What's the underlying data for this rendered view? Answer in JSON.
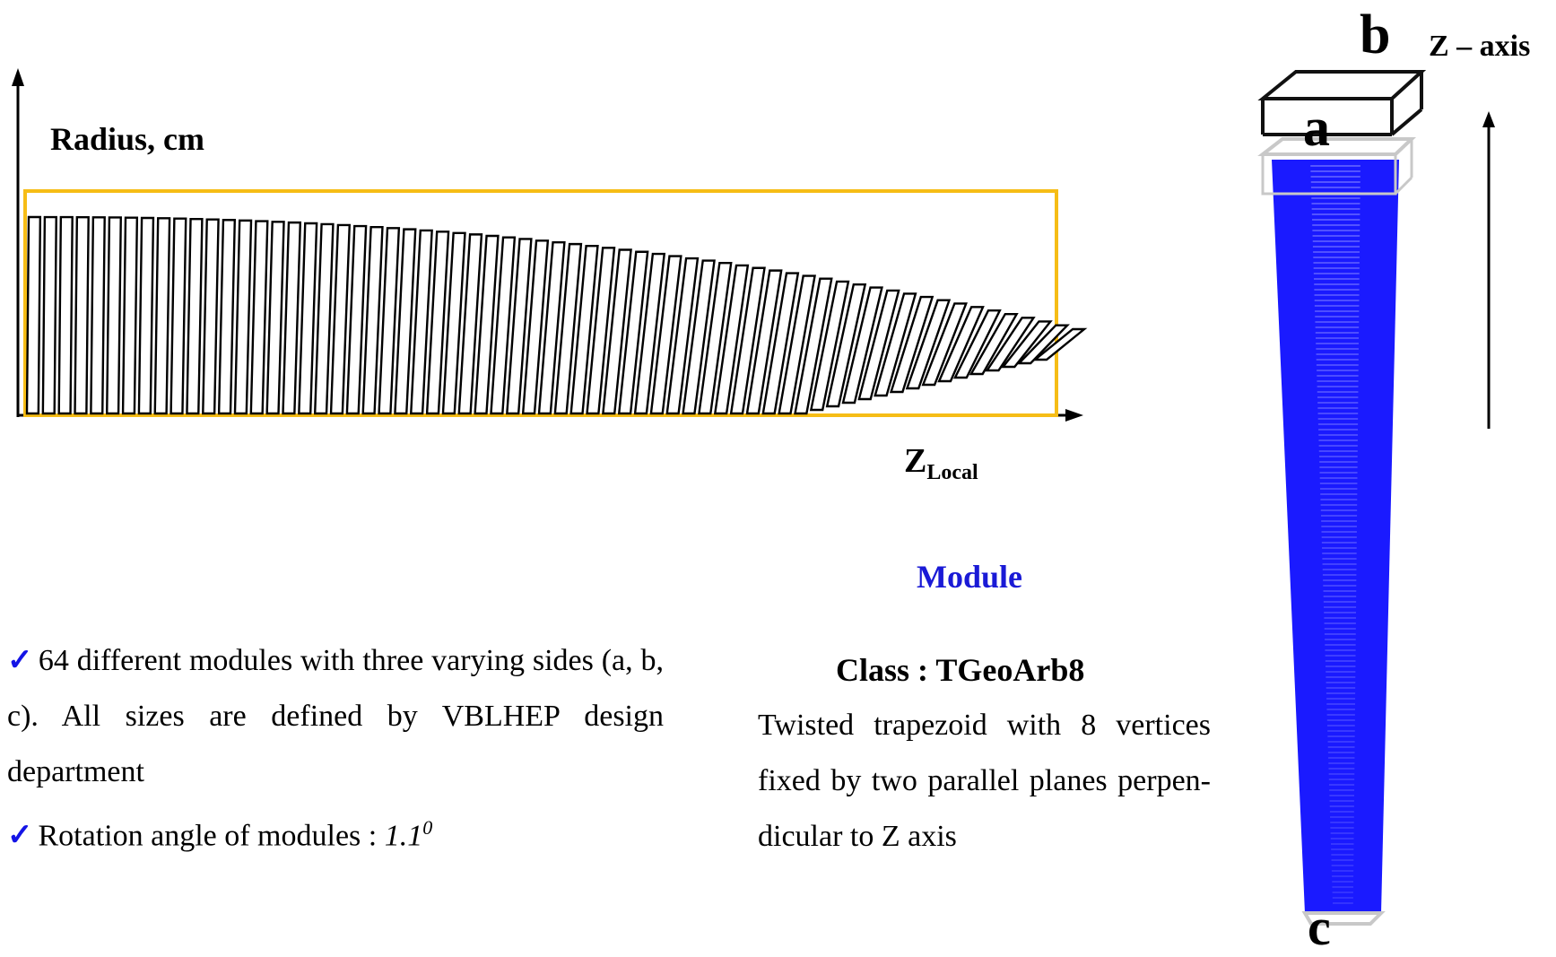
{
  "side_view": {
    "y_axis_label": "Radius, cm",
    "x_axis_label_main": "Z",
    "x_axis_label_sub": "Local",
    "module_count": 64,
    "rotation_angle_deg": 1.1,
    "colors": {
      "frame": "#f6bd16",
      "modules": "#000000",
      "axis": "#000000"
    }
  },
  "module_view": {
    "title": "Module",
    "class_label": "Class : TGeoArb8",
    "description": "Twisted trapezoid with 8 vertices fixed by two parallel planes perpen-dicular to Z axis",
    "label_a": "a",
    "label_b": "b",
    "label_c": "c",
    "z_axis_label": "Z – axis",
    "colors": {
      "body": "#1a1aff",
      "stripes": "#8a8aff",
      "title": "#1a1ad6"
    }
  },
  "bullets": [
    {
      "icon": "checkmark-icon",
      "text": "64 different modules with three varying sides (a, b, c). All sizes are defined by VBLHEP design department"
    },
    {
      "icon": "checkmark-icon",
      "text_prefix": "Rotation angle of modules : ",
      "value": "1.1",
      "superscript": "0"
    }
  ]
}
